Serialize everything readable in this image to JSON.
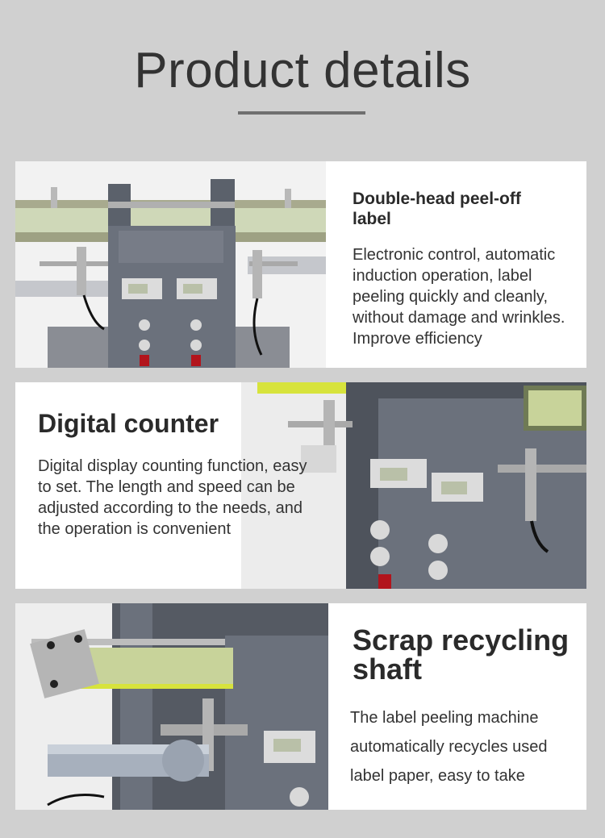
{
  "header": {
    "title": "Product details"
  },
  "features": [
    {
      "heading": "Double-head peel-off label",
      "body": "Electronic control, automatic induction operation, label peeling quickly and cleanly, without damage and wrinkles. Improve efficiency"
    },
    {
      "heading": "Digital counter",
      "body": "Digital display counting function, easy to set. The length and speed can be adjusted according to the needs, and the operation is convenient"
    },
    {
      "heading": "Scrap recycling shaft",
      "body": "The label peeling machine automatically recycles used label paper, easy to take"
    }
  ],
  "colors": {
    "page_background": "#d0d0d0",
    "card_background": "#ffffff",
    "machine_body": "#6b717c",
    "accent_yellow_green": "#d7e33c"
  }
}
